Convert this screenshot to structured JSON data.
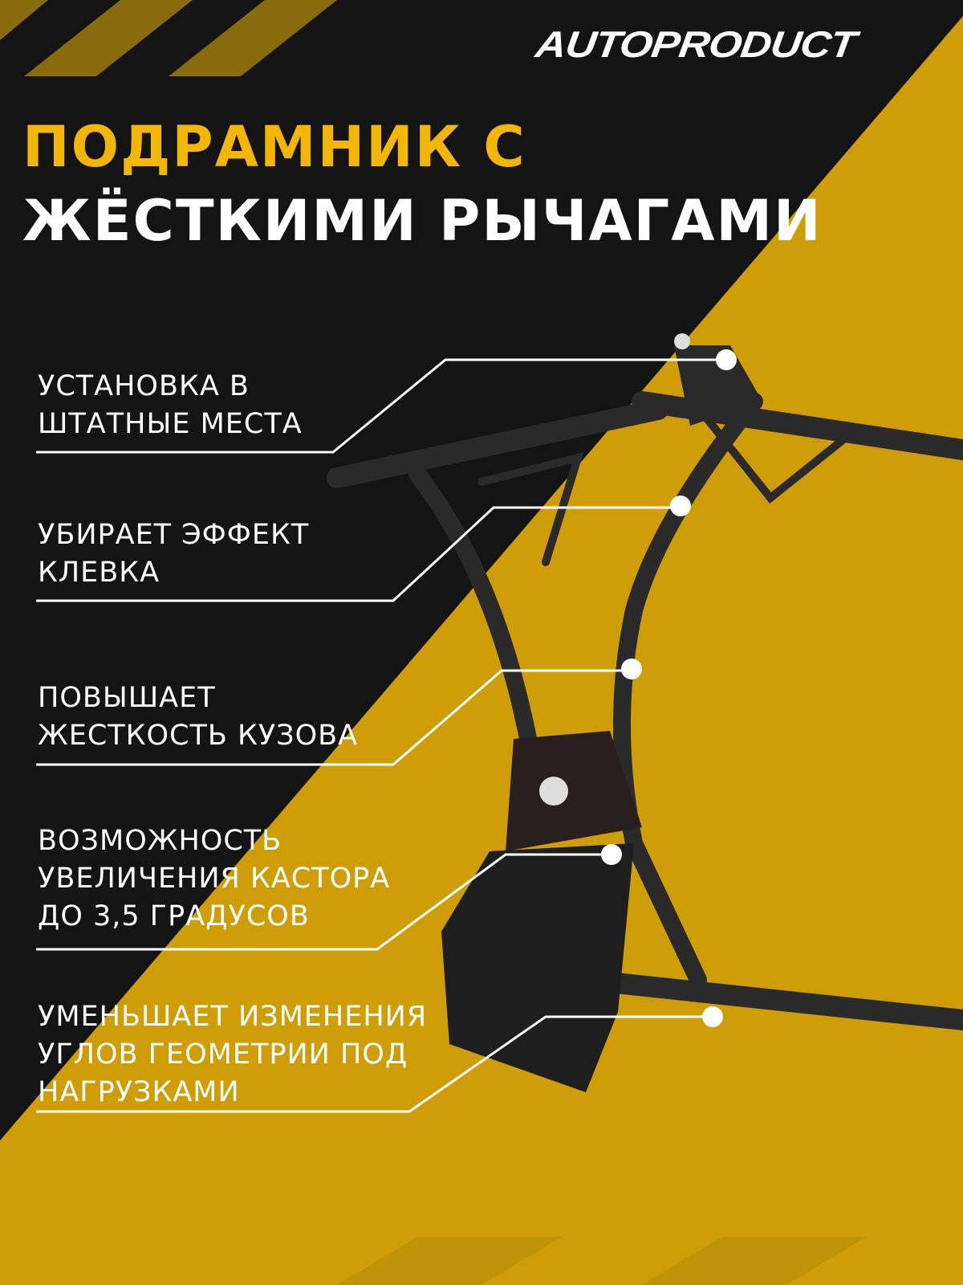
{
  "brand": "AUTOPRODUCT",
  "title": {
    "line1": "ПОДРАМНИК С",
    "line2": "ЖЁСТКИМИ РЫЧАГАМИ"
  },
  "features": [
    {
      "lines": [
        "УСТАНОВКА В",
        "ШТАТНЫЕ МЕСТА"
      ]
    },
    {
      "lines": [
        "УБИРАЕТ ЭФФЕКТ",
        "КЛЕВКА"
      ]
    },
    {
      "lines": [
        "ПОВЫШАЕТ",
        "ЖЕСТКОСТЬ КУЗОВА"
      ]
    },
    {
      "lines": [
        "ВОЗМОЖНОСТЬ",
        "УВЕЛИЧЕНИЯ КАСТОРА",
        "ДО 3,5 ГРАДУСОВ"
      ]
    },
    {
      "lines": [
        "УМЕНЬШАЕТ ИЗМЕНЕНИЯ",
        "УГЛОВ ГЕОМЕТРИИ ПОД",
        "НАГРУЗКАМИ"
      ]
    }
  ],
  "colors": {
    "accent": "#f2b705",
    "band": "#cf9d07",
    "dark": "#141414"
  }
}
